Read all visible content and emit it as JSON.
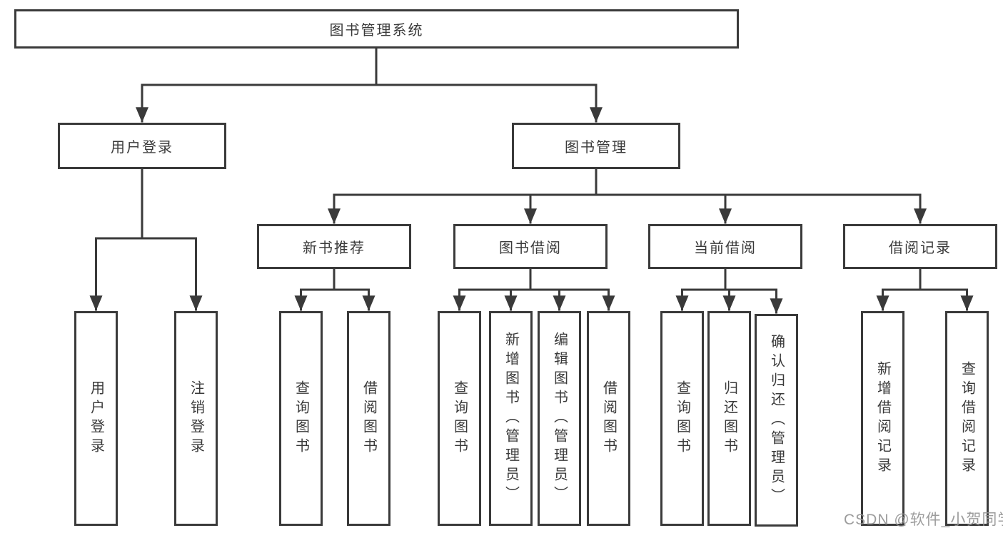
{
  "diagram": {
    "title": "图书管理系统",
    "colors": {
      "line": "#3a3a3a",
      "text": "#3a3a3a",
      "box_background": "#ffffff",
      "page_background": "#ffffff",
      "watermark": "#949494"
    },
    "nodes": {
      "root": {
        "label": "图书管理系统"
      },
      "userLogin": {
        "label": "用户登录"
      },
      "bookMgmt": {
        "label": "图书管理"
      },
      "newBooks": {
        "label": "新书推荐"
      },
      "bookBorrow": {
        "label": "图书借阅"
      },
      "currentBorrow": {
        "label": "当前借阅"
      },
      "borrowRecords": {
        "label": "借阅记录"
      },
      "userLoginLeaf": {
        "label": "用户登录"
      },
      "logoutLeaf": {
        "label": "注销登录"
      },
      "nbQuery": {
        "label": "查询图书"
      },
      "nbBorrow": {
        "label": "借阅图书"
      },
      "bbQuery": {
        "label": "查询图书"
      },
      "bbAdd": {
        "label": "新增图书（管理员）"
      },
      "bbEdit": {
        "label": "编辑图书（管理员）"
      },
      "bbBorrow": {
        "label": "借阅图书"
      },
      "cbQuery": {
        "label": "查询图书"
      },
      "cbReturn": {
        "label": "归还图书"
      },
      "cbConfirm": {
        "label": "确认归还（管理员）"
      },
      "brAdd": {
        "label": "新增借阅记录"
      },
      "brQuery": {
        "label": "查询借阅记录"
      }
    },
    "watermark": "CSDN @软件_小贺同学"
  }
}
